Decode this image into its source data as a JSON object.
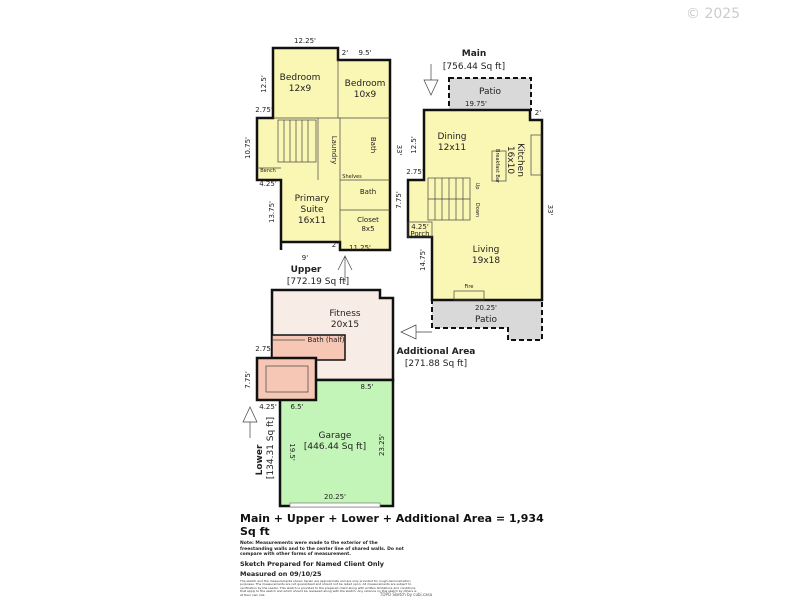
{
  "watermark": "© 2025",
  "colors": {
    "living": "#faf6b4",
    "lower_finished": "#f8ece6",
    "stairs_lower": "#f6c7b5",
    "garage": "#c2f5b7",
    "patio": "#d9d9d9"
  },
  "upper": {
    "label": "Upper",
    "area": "[772.19 Sq ft]",
    "rooms": [
      {
        "name": "Bedroom",
        "size": "12x9"
      },
      {
        "name": "Bedroom",
        "size": "10x9"
      },
      {
        "name": "Primary",
        "name2": "Suite",
        "size": "16x11"
      },
      {
        "name": "Bath"
      },
      {
        "name": "Laundry"
      },
      {
        "name": "Bath"
      },
      {
        "name": "Closet",
        "size": "8x5"
      },
      {
        "name": "Shelves"
      },
      {
        "name": "Bench"
      }
    ],
    "dims": [
      "12.25'",
      "9.5'",
      "2'",
      "12.5'",
      "2.75'",
      "10.75'",
      "4.25'",
      "13.75'",
      "33'",
      "11.25'",
      "2'",
      "9'"
    ]
  },
  "main": {
    "label": "Main",
    "area": "[756.44 Sq ft]",
    "rooms": [
      {
        "name": "Patio"
      },
      {
        "name": "Dining",
        "size": "12x11"
      },
      {
        "name": "Kitchen",
        "size": "16x10"
      },
      {
        "name": "Living",
        "size": "19x18"
      },
      {
        "name": "Porch"
      },
      {
        "name": "Patio"
      },
      {
        "name": "Breakfast Bar"
      },
      {
        "name": "Up"
      },
      {
        "name": "Down"
      },
      {
        "name": "Fire"
      }
    ],
    "dims": [
      "19.75'",
      "2'",
      "12.5'",
      "2.75'",
      "7.75'",
      "4.25'",
      "14.75'",
      "33'",
      "20.25'"
    ]
  },
  "additional": {
    "label": "Additional Area",
    "area": "[271.88 Sq ft]"
  },
  "lower": {
    "label": "Lower",
    "area": "[134.31 Sq ft]",
    "rooms": [
      {
        "name": "Fitness",
        "size": "20x15"
      },
      {
        "name": "Bath (half)"
      },
      {
        "name": "Garage",
        "size": "[446.44 Sq ft]"
      }
    ],
    "dims": [
      "2.75'",
      "7.75'",
      "4.25'",
      "6.5'",
      "8.5'",
      "19.5'",
      "23.25'",
      "20.25'"
    ]
  },
  "summary": {
    "total": "Main + Upper + Lower + Additional Area = 1,934 Sq ft",
    "note": "Note: Measurements were made to the exterior of the freestanding walls and to the center line of shared walls. Do not compare with other forms of measurement.",
    "prepared": "Sketch Prepared for Named Client Only",
    "measured": "Measured on 09/10/25",
    "disclaimer": "The sketch and the measurements shown herein are approximate and are only provided for rough demonstration purposes. The measurements are not guaranteed and should not be relied upon. All measurements are subject to verification by the reader. This sketch is provided to the prepared client along with written limitations and conditions that apply to the sketch and which should be reviewed along with the sketch. Any reliance on this sketch by others is at their own risk.",
    "footer": "TOPO Sketch by cubi.casa"
  }
}
